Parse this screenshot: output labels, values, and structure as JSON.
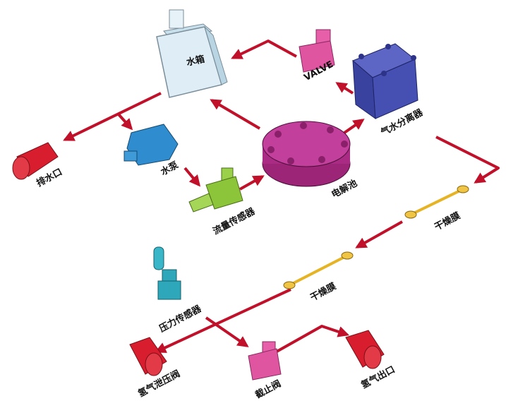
{
  "labels": {
    "water_tank": "水箱",
    "valve": "VALVE",
    "separator": "气水分离器",
    "drain": "排水口",
    "pump": "水泵",
    "flow_sensor": "流量传感器",
    "electrolyzer": "电解池",
    "dryer_1": "干燥膜",
    "dryer_2": "干燥膜",
    "pressure_sensor": "压力传感器",
    "relief_valve": "氢气泄压阀",
    "stop_valve": "截止阀",
    "outlet": "氢气出口"
  },
  "colors": {
    "arrow": "#c0102a",
    "tank": "#dfeef6",
    "valve": "#e0559f",
    "separator": "#3f47a8",
    "drain": "#d81e2e",
    "pump": "#2e8ccf",
    "flow_sensor": "#8cc43a",
    "electrolyzer": "#b7328f",
    "dryer": "#e6b325",
    "pressure_sensor": "#2ea7ba"
  }
}
